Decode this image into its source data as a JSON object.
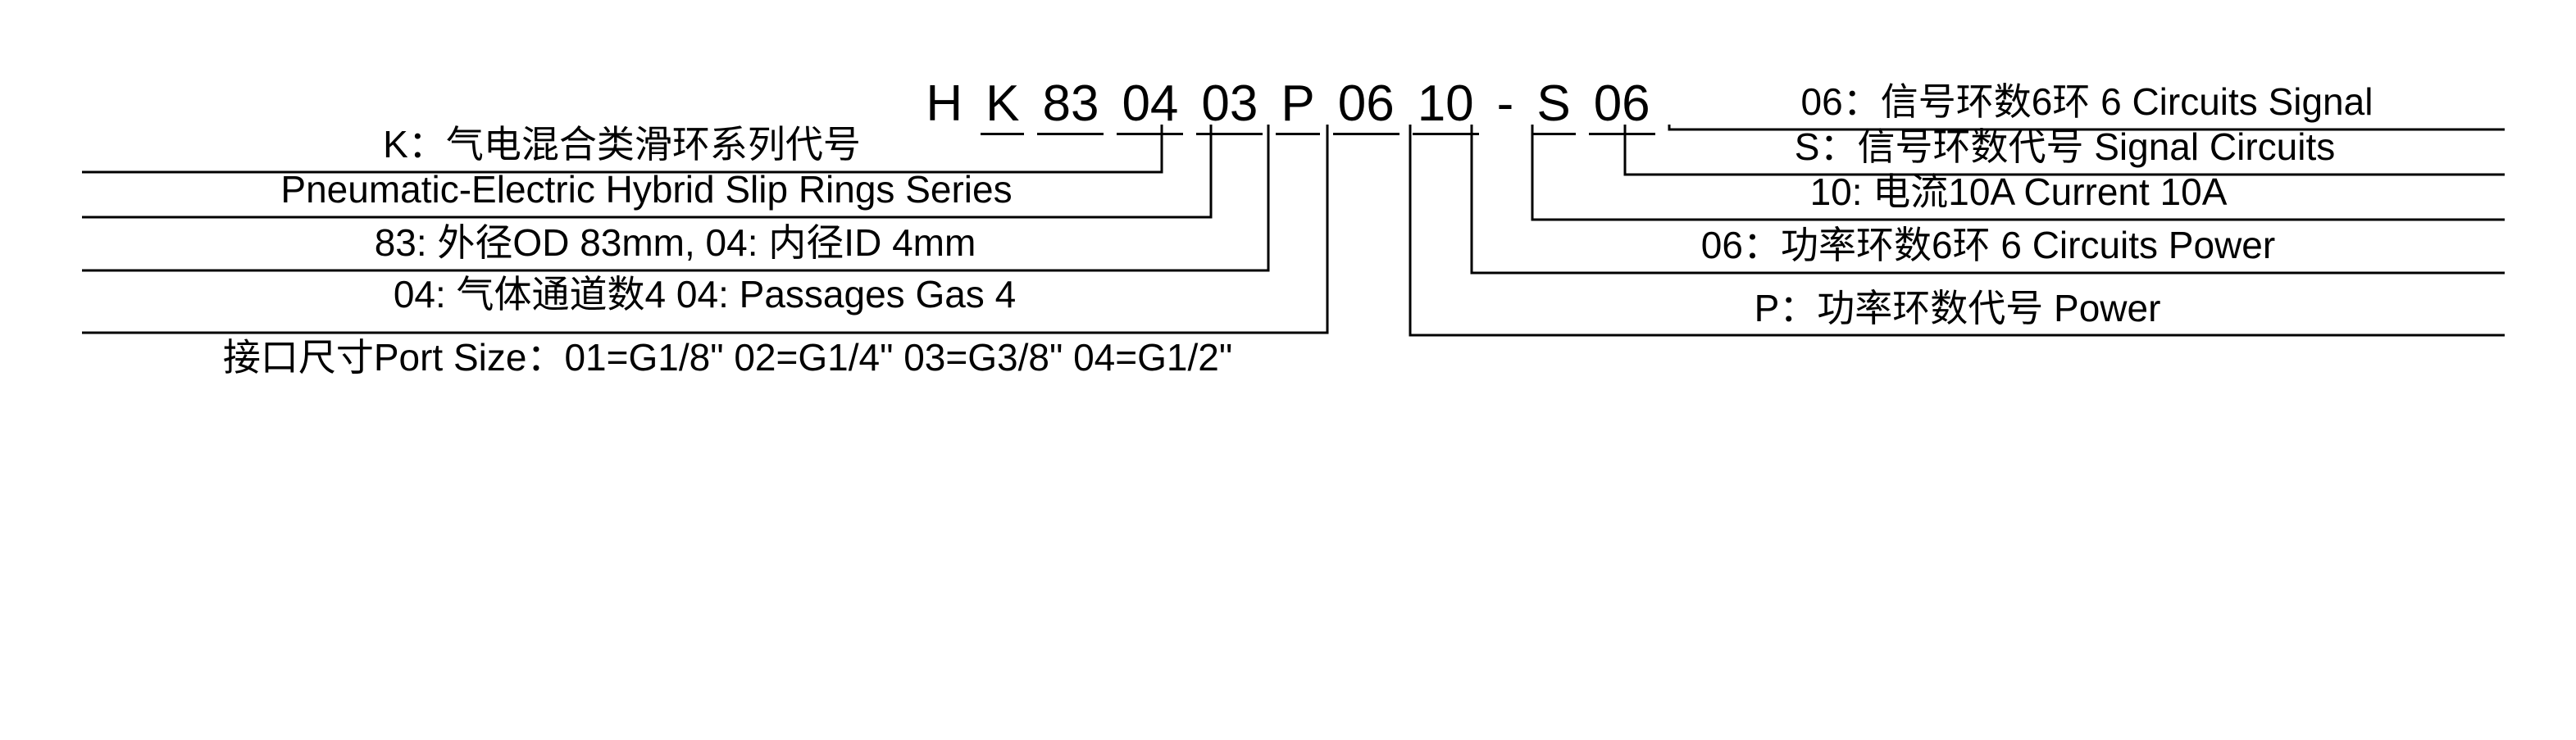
{
  "diagram": {
    "title": "Pneumatic-Electric Hybrid Slip Ring Part Number Designation",
    "line_color": "#000000",
    "background": "#ffffff"
  },
  "part_number": {
    "full": "H K 83 04 03 P 06 10 - S 06",
    "segments": [
      {
        "id": "h",
        "text": "H",
        "underlined": false,
        "leader": false
      },
      {
        "id": "k",
        "text": "K",
        "underlined": true,
        "leader": true
      },
      {
        "id": "od_id",
        "text": "83",
        "underlined": true,
        "leader": true
      },
      {
        "id": "gas",
        "text": "04",
        "underlined": true,
        "leader": true
      },
      {
        "id": "port",
        "text": "03",
        "underlined": true,
        "leader": true
      },
      {
        "id": "p",
        "text": "P",
        "underlined": true,
        "leader": true
      },
      {
        "id": "pwr_ckt",
        "text": "06",
        "underlined": true,
        "leader": true
      },
      {
        "id": "current",
        "text": "10",
        "underlined": true,
        "leader": true
      },
      {
        "id": "dash",
        "text": "-",
        "underlined": false,
        "leader": false
      },
      {
        "id": "s",
        "text": "S",
        "underlined": true,
        "leader": true
      },
      {
        "id": "sig_ckt",
        "text": "06",
        "underlined": true,
        "leader": true
      }
    ]
  },
  "left_labels": [
    {
      "id": "series-code-cn",
      "text": "K：气电混合类滑环系列代号"
    },
    {
      "id": "series-code-en",
      "text": "Pneumatic-Electric Hybrid Slip Rings Series"
    },
    {
      "id": "od-id",
      "text": "83: 外径OD 83mm, 04: 内径ID 4mm"
    },
    {
      "id": "gas-passages",
      "text": "04: 气体通道数4  04: Passages Gas 4"
    },
    {
      "id": "port-size",
      "text": "接口尺寸Port Size：01=G1/8\" 02=G1/4\" 03=G3/8\" 04=G1/2\""
    }
  ],
  "right_labels": [
    {
      "id": "signal-circuits-count",
      "text": "06：信号环数6环 6 Circuits Signal"
    },
    {
      "id": "signal-circuits-code",
      "text": "S：信号环数代号 Signal Circuits"
    },
    {
      "id": "current",
      "text": "10: 电流10A  Current 10A"
    },
    {
      "id": "power-circuits-count",
      "text": "06：功率环数6环  6 Circuits Power"
    },
    {
      "id": "power-circuits-code",
      "text": "P：功率环数代号 Power"
    }
  ]
}
